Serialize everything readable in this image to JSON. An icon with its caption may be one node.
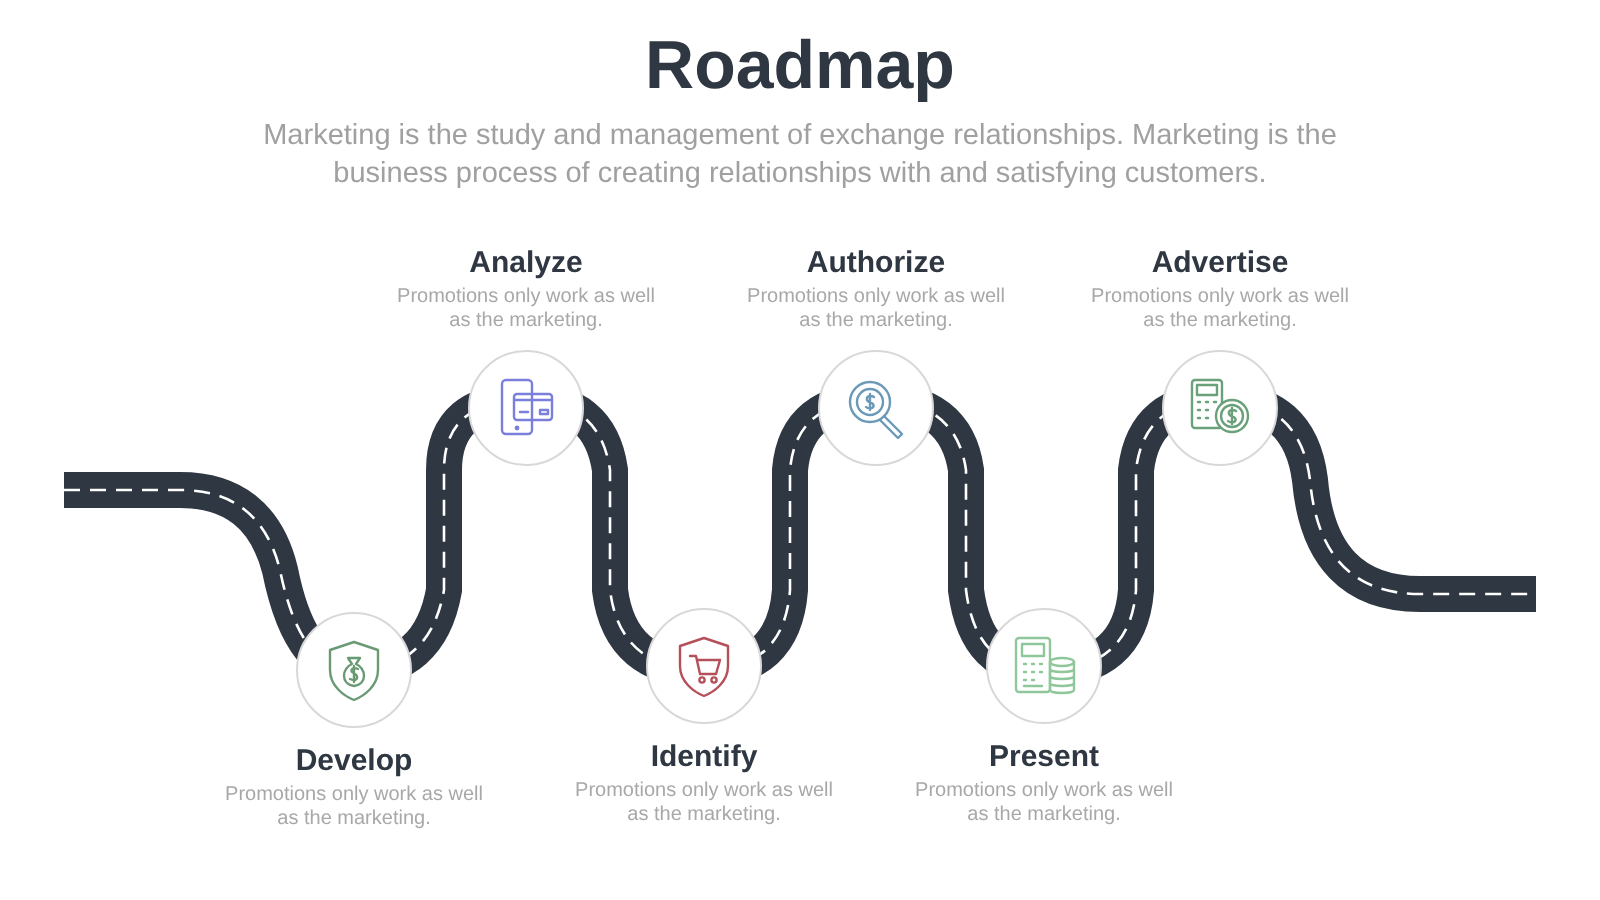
{
  "diagram": {
    "title": "Roadmap",
    "caption": "Marketing is the study and management of exchange relationships. Marketing is the business process of creating relationships with and satisfying customers.",
    "nodes": [
      {
        "text": [
          "Develop",
          "Promotions only work as well as the marketing."
        ]
      },
      {
        "text": [
          "Analyze",
          "Promotions only work as well as the marketing."
        ]
      },
      {
        "text": [
          "Identify",
          "Promotions only work as well as the marketing."
        ]
      },
      {
        "text": [
          "Authorize",
          "Promotions only work as well as the marketing."
        ]
      },
      {
        "text": [
          "Present",
          "Promotions only work as well as the marketing."
        ]
      },
      {
        "text": [
          "Advertise",
          "Promotions only work as well as the marketing."
        ]
      }
    ]
  }
}
